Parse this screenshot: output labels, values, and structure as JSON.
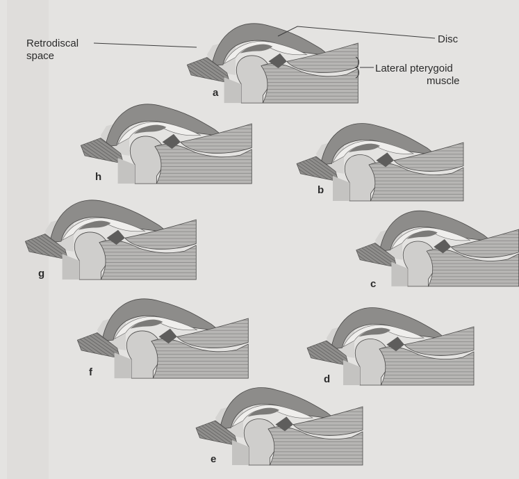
{
  "figure": {
    "annotations": {
      "retrodiscal_line1": "Retrodiscal",
      "retrodiscal_line2": "space",
      "disc": "Disc",
      "lateral_line1": "Lateral pterygoid",
      "lateral_line2": "muscle"
    },
    "panels": [
      {
        "id": "a",
        "label": "a"
      },
      {
        "id": "h",
        "label": "h"
      },
      {
        "id": "b",
        "label": "b"
      },
      {
        "id": "g",
        "label": "g"
      },
      {
        "id": "c",
        "label": "c"
      },
      {
        "id": "f",
        "label": "f"
      },
      {
        "id": "d",
        "label": "d"
      },
      {
        "id": "e",
        "label": "e"
      }
    ],
    "colors": {
      "bone": "#c9c8c6",
      "fossa": "#9a9998",
      "disc": "#6f6e6d",
      "muscle": "#b4b3b1",
      "condyle": "#d8d7d5",
      "background": "#e4e3e1"
    }
  }
}
